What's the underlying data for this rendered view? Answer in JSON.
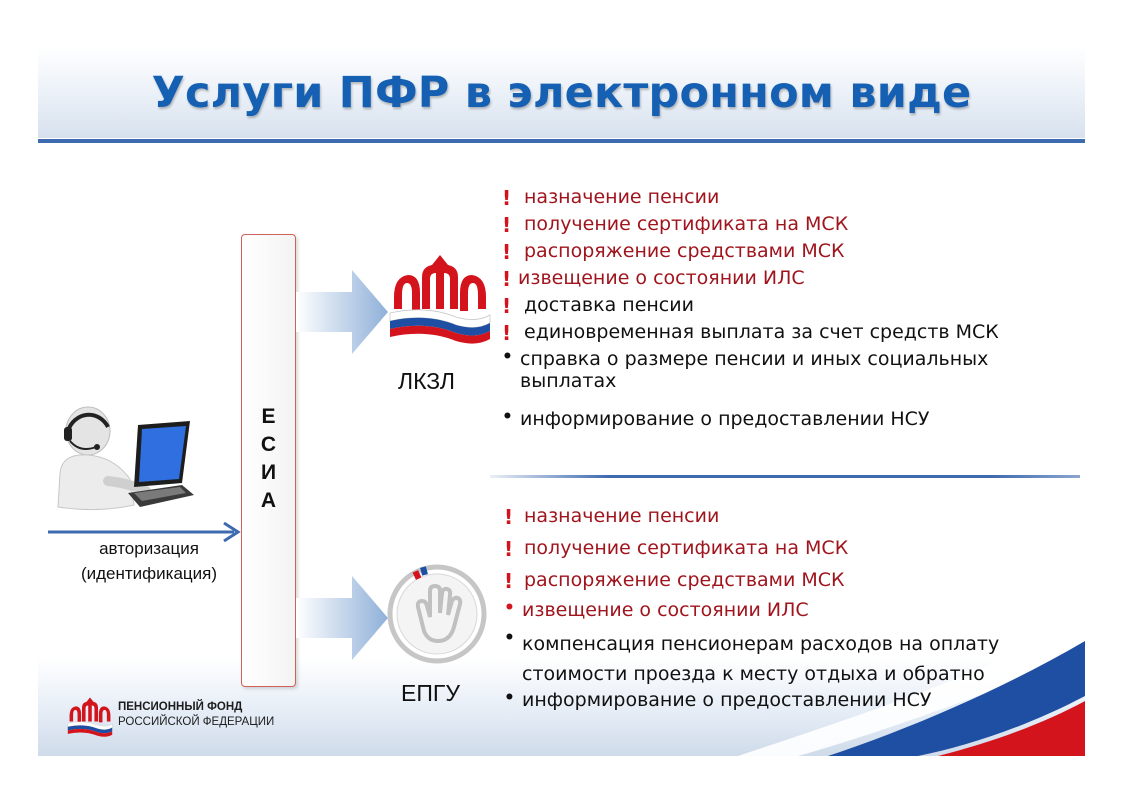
{
  "slide": {
    "title": "Услуги ПФР в электронном виде"
  },
  "esia": {
    "letters": [
      "Е",
      "С",
      "И",
      "А"
    ]
  },
  "auth": {
    "line1": "авторизация",
    "line2": "(идентификация)"
  },
  "lkzl": {
    "label": "ЛКЗЛ",
    "items": [
      {
        "marker": "!",
        "text": "назначение пенсии",
        "style": "red"
      },
      {
        "marker": "!",
        "text": "получение сертификата на МСК",
        "style": "red"
      },
      {
        "marker": "!",
        "text": "распоряжение средствами МСК",
        "style": "red"
      },
      {
        "marker": "!",
        "text": "извещение о состоянии ИЛС",
        "style": "red"
      },
      {
        "marker": "!",
        "text": "доставка пенсии",
        "style": "black"
      },
      {
        "marker": "!",
        "text": "единовременная выплата за счет средств МСК",
        "style": "black"
      },
      {
        "marker": "•",
        "text": "справка о размере пенсии и иных социальных",
        "text2": "выплатах",
        "style": "black"
      },
      {
        "marker": "•",
        "text": "информирование о предоставлении НСУ",
        "style": "black"
      }
    ]
  },
  "epgu": {
    "label": "ЕПГУ",
    "items": [
      {
        "marker": "!",
        "text": "назначение пенсии",
        "style": "red"
      },
      {
        "marker": "!",
        "text": "получение сертификата на МСК",
        "style": "red"
      },
      {
        "marker": "!",
        "text": "распоряжение средствами МСК",
        "style": "red"
      },
      {
        "marker": "•",
        "text": "извещение о состоянии ИЛС",
        "style": "red"
      },
      {
        "marker": "•",
        "text": "компенсация пенсионерам расходов на оплату",
        "text2": "стоимости проезда к месту отдыха  и обратно",
        "style": "black"
      },
      {
        "marker": "•",
        "text": "информирование о предоставлении НСУ",
        "style": "black"
      }
    ]
  },
  "logo": {
    "line1": "ПЕНСИОННЫЙ ФОНД",
    "line2": "РОССИЙСКОЙ ФЕДЕРАЦИИ"
  },
  "colors": {
    "title_blue": "#1560b3",
    "header_line": "#3e6bb0",
    "accent_red": "#d4141c",
    "service_red": "#a0151d",
    "flag_white": "#ffffff",
    "flag_blue": "#1f4fa3",
    "flag_red": "#d4141c"
  },
  "icons": {
    "user_laptop": "person-with-headset-at-laptop-icon",
    "pfr_logo": "pfr-emblem-icon",
    "epgu_logo": "gosuslugi-hand-icon",
    "arrow": "right-arrow-icon"
  }
}
